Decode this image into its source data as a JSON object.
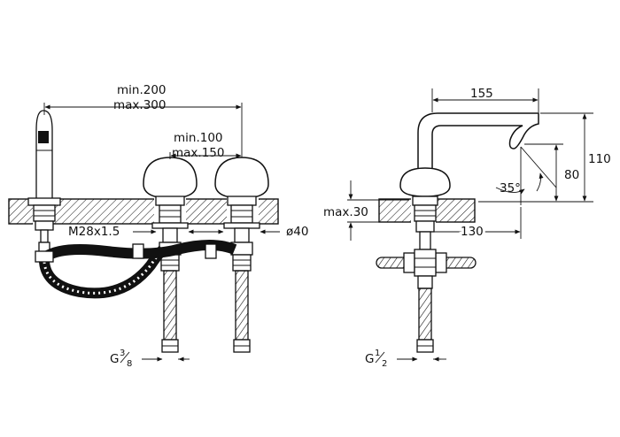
{
  "drawing": {
    "left_view": {
      "spread": {
        "min": "min.200",
        "max": "max.300"
      },
      "handle_spread": {
        "min": "min.100",
        "max": "max.150"
      },
      "thread": "M28x1.5",
      "diameter": "ø40",
      "connection_main": "G",
      "connection_fraction_num": "3",
      "connection_fraction_den": "8"
    },
    "right_view": {
      "spout_reach": "155",
      "height": "110",
      "outlet_height": "80",
      "angle": "35°",
      "deck_thickness": "max.30",
      "depth": "130",
      "connection_main": "G",
      "connection_fraction_num": "1",
      "connection_fraction_den": "2"
    }
  }
}
